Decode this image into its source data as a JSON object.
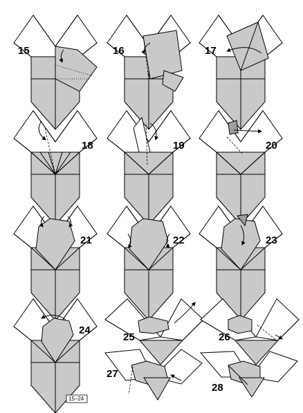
{
  "steps": [
    {
      "number": "15"
    },
    {
      "number": "16"
    },
    {
      "number": "17"
    },
    {
      "number": "18"
    },
    {
      "number": "19"
    },
    {
      "number": "20"
    },
    {
      "number": "21"
    },
    {
      "number": "22"
    },
    {
      "number": "23"
    },
    {
      "number": "24"
    },
    {
      "number": "25"
    },
    {
      "number": "26"
    },
    {
      "number": "27"
    },
    {
      "number": "28"
    }
  ],
  "reference_label": "15–24",
  "colors": {
    "paper_front": "#c9c9c9",
    "paper_back": "#ffffff",
    "paper_dark": "#9e9e9e",
    "line": "#000000"
  }
}
